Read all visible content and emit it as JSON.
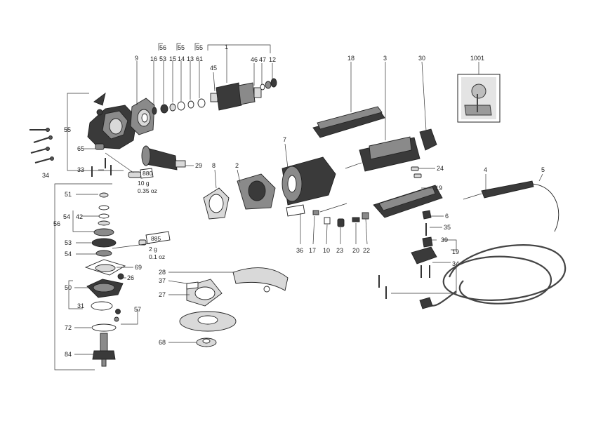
{
  "labels": {
    "p1": "1",
    "p2": "2",
    "p3": "3",
    "p4": "4",
    "p5": "5",
    "p6": "6",
    "p7": "7",
    "p8": "8",
    "p9": "9",
    "p10": "10",
    "p12": "12",
    "p13": "13",
    "p14": "14",
    "p15": "15",
    "p16": "16",
    "p17": "17",
    "p18": "18",
    "p19a": "19",
    "p19b": "19",
    "p20": "20",
    "p22": "22",
    "p23": "23",
    "p24": "24",
    "p26": "26",
    "p27": "27",
    "p28": "28",
    "p29": "29",
    "p30": "30",
    "p31": "31",
    "p33": "33",
    "p34a": "34",
    "p34b": "34",
    "p35": "35",
    "p36": "36",
    "p37": "37",
    "p39": "39",
    "p42": "42",
    "p45": "45",
    "p46": "46",
    "p47": "47",
    "p50": "50",
    "p51": "51",
    "p53a": "53",
    "p53b": "53",
    "p54a": "54",
    "p54b": "54",
    "p55a": "55",
    "p55b": "55",
    "p55c": "55",
    "p56a": "56",
    "p56b": "56",
    "p57": "57",
    "p61": "61",
    "p65": "65",
    "p68": "68",
    "p69": "69",
    "p72": "72",
    "p84": "84",
    "p1001": "1001"
  },
  "grease": {
    "g880_code": "880",
    "g880_weight": "10 g",
    "g880_oz": "0.35 oz",
    "g885_code": "885",
    "g885_weight": "2 g",
    "g885_oz": "0.1 oz"
  }
}
